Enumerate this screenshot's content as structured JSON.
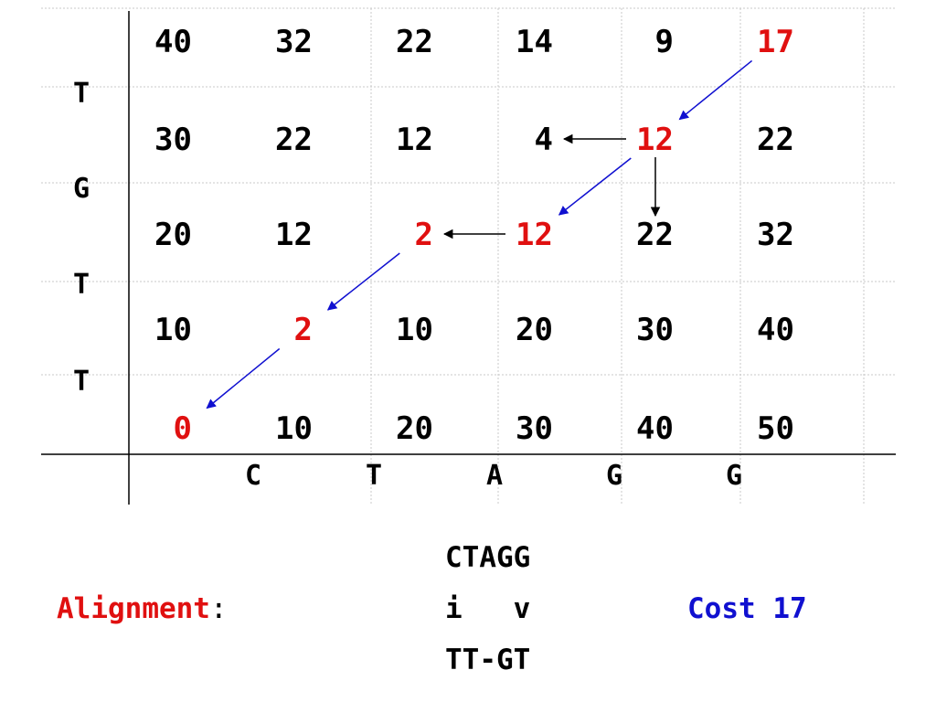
{
  "matrix": {
    "rows": [
      [
        "40",
        "32",
        "22",
        "14",
        "9",
        "17"
      ],
      [
        "30",
        "22",
        "12",
        "4",
        "12",
        "22"
      ],
      [
        "20",
        "12",
        "2",
        "12",
        "22",
        "32"
      ],
      [
        "10",
        "2",
        "10",
        "20",
        "30",
        "40"
      ],
      [
        "0",
        "10",
        "20",
        "30",
        "40",
        "50"
      ]
    ],
    "highlighted": [
      [
        0,
        5
      ],
      [
        1,
        4
      ],
      [
        2,
        2
      ],
      [
        2,
        3
      ],
      [
        3,
        1
      ],
      [
        4,
        0
      ]
    ],
    "left_labels": [
      "T",
      "G",
      "T",
      "T"
    ],
    "bottom_labels": [
      "C",
      "T",
      "A",
      "G",
      "G"
    ]
  },
  "arrows": [
    {
      "from": [
        0,
        5
      ],
      "to": [
        1,
        4
      ],
      "color": "#1010d0"
    },
    {
      "from": [
        1,
        4
      ],
      "to": [
        1,
        3
      ],
      "color": "#000000"
    },
    {
      "from": [
        1,
        4
      ],
      "to": [
        2,
        4
      ],
      "color": "#000000"
    },
    {
      "from": [
        1,
        4
      ],
      "to": [
        2,
        3
      ],
      "color": "#1010d0"
    },
    {
      "from": [
        2,
        3
      ],
      "to": [
        2,
        2
      ],
      "color": "#000000"
    },
    {
      "from": [
        2,
        2
      ],
      "to": [
        3,
        1
      ],
      "color": "#1010d0"
    },
    {
      "from": [
        3,
        1
      ],
      "to": [
        4,
        0
      ],
      "color": "#1010d0"
    }
  ],
  "alignment": {
    "label": "Alignment",
    "colon": ":",
    "top": "CTAGG",
    "middle": "i   v",
    "bottom": "TT-GT",
    "cost": "Cost 17"
  },
  "colors": {
    "highlight": "#e01010",
    "blue": "#1010d0",
    "grid": "#c8c8c8",
    "axis": "#000000"
  }
}
